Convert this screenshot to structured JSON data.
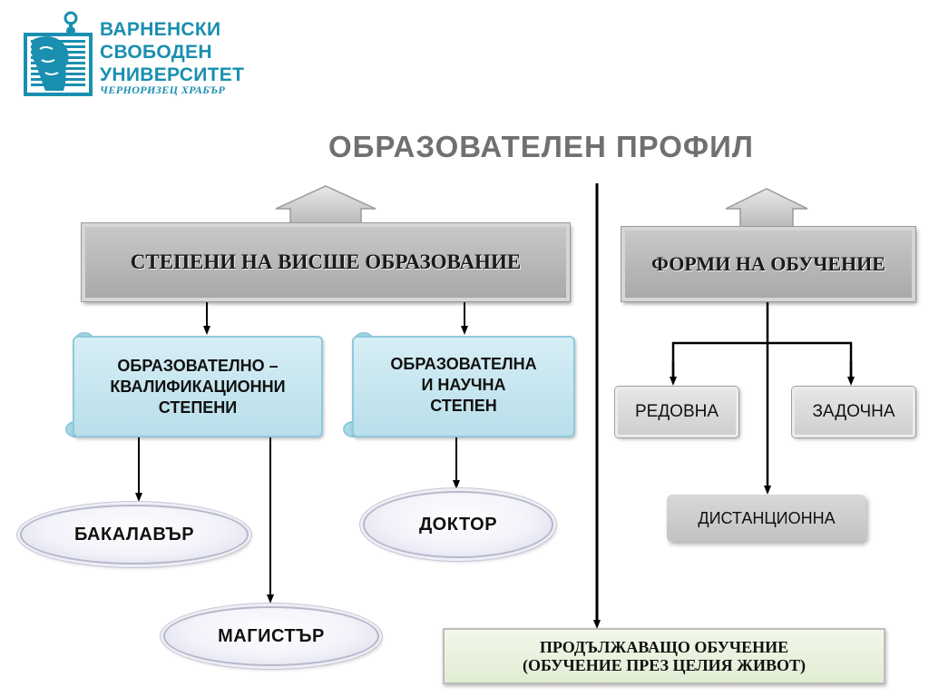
{
  "logo": {
    "line1": "ВАРНЕНСКИ",
    "line2": "СВОБОДЕН",
    "line3": "УНИВЕРСИТЕТ",
    "subtitle": "ЧЕРНОРИЗЕЦ ХРАБЪР",
    "color": "#1a8fb0"
  },
  "title": "ОБРАЗОВАТЕЛЕН ПРОФИЛ",
  "degrees": {
    "header": "СТЕПЕНИ НА ВИСШЕ ОБРАЗОВАНИЕ",
    "qualification": {
      "line1": "ОБРАЗОВАТЕЛНО –",
      "line2": "КВАЛИФИКАЦИОННИ",
      "line3": "СТЕПЕНИ",
      "items": [
        "БАКАЛАВЪР",
        "МАГИСТЪР"
      ]
    },
    "scientific": {
      "line1": "ОБРАЗОВАТЕЛНА",
      "line2": "И НАУЧНА",
      "line3": "СТЕПЕН",
      "items": [
        "ДОКТОР"
      ]
    }
  },
  "forms": {
    "header": "ФОРМИ НА ОБУЧЕНИЕ",
    "items": [
      "РЕДОВНА",
      "ЗАДОЧНА",
      "ДИСТАНЦИОННА"
    ]
  },
  "continuing": {
    "line1": "ПРОДЪЛЖАВАЩО ОБУЧЕНИЕ",
    "line2": "(ОБУЧЕНИЕ ПРЕЗ ЦЕЛИЯ ЖИВОТ)"
  }
}
